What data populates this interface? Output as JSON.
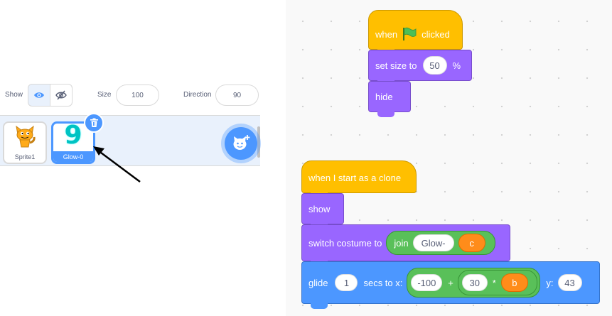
{
  "sprite_info": {
    "show_label": "Show",
    "size_label": "Size",
    "size_value": "100",
    "direction_label": "Direction",
    "direction_value": "90"
  },
  "sprites": [
    {
      "name": "Sprite1",
      "selected": false
    },
    {
      "name": "Glow-0",
      "selected": true,
      "costume_glyph": "9"
    }
  ],
  "colors": {
    "events": "#ffbf00",
    "looks": "#9966ff",
    "motion": "#4c97ff",
    "operators": "#59c059",
    "variables": "#ff8c1a"
  },
  "scripts": {
    "flag_script": {
      "hat_before": "when",
      "hat_after": "clicked",
      "set_size_label": "set size to",
      "set_size_value": "50",
      "set_size_unit": "%",
      "hide_label": "hide"
    },
    "clone_script": {
      "hat_label": "when I start as a clone",
      "show_label": "show",
      "switch_label": "switch costume to",
      "join_label": "join",
      "join_text": "Glow-",
      "join_var": "c",
      "glide_label": "glide",
      "glide_secs": "1",
      "glide_secs_label": "secs to x:",
      "x_base": "-100",
      "plus_sign": "+",
      "mult_left": "30",
      "mult_sign": "*",
      "mult_var": "b",
      "y_label": "y:",
      "y_value": "43"
    }
  }
}
